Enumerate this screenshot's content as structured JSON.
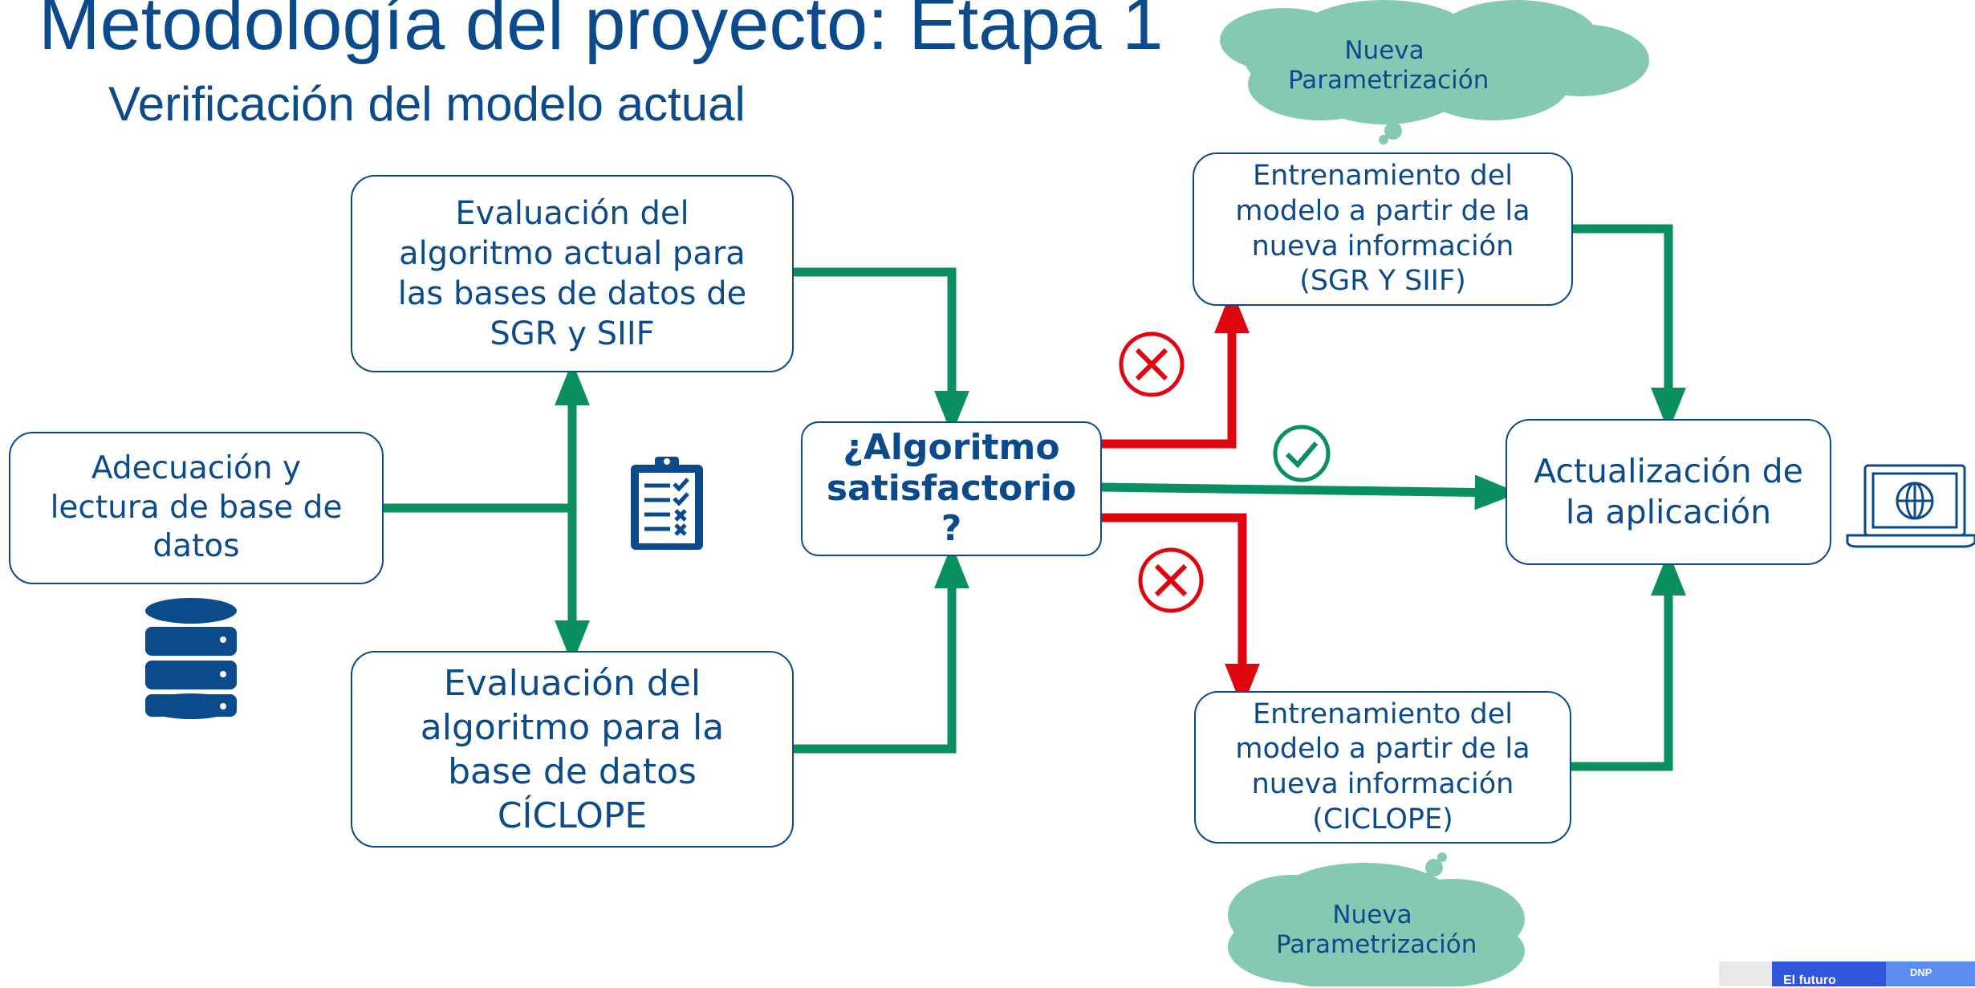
{
  "header": {
    "title": "Metodología del proyecto: Etapa 1",
    "subtitle": "Verificación del modelo actual"
  },
  "nodes": {
    "adecuacion": [
      "Adecuación y",
      "lectura de base de",
      "datos"
    ],
    "eval_sgr": [
      "Evaluación del",
      "algoritmo actual para",
      "las bases de datos de",
      "SGR y SIIF"
    ],
    "eval_ciclope": [
      "Evaluación del",
      "algoritmo para la",
      "base de datos",
      "CÍCLOPE"
    ],
    "decision": [
      "¿Algoritmo",
      "satisfactorio",
      "?"
    ],
    "entrenamiento_sgr": [
      "Entrenamiento del",
      "modelo a partir de la",
      "nueva información",
      "(SGR Y SIIF)"
    ],
    "entrenamiento_ciclope": [
      "Entrenamiento del",
      "modelo a partir de la",
      "nueva información",
      "(CICLOPE)"
    ],
    "actualizacion": [
      "Actualización de",
      "la aplicación"
    ]
  },
  "clouds": {
    "top": [
      "Nueva",
      "Parametrización"
    ],
    "bottom": [
      "Nueva",
      "Parametrización"
    ]
  },
  "icons": [
    "database-icon",
    "clipboard-checklist-icon",
    "reject-x-icon",
    "approve-check-icon",
    "laptop-globe-icon"
  ],
  "colors": {
    "primary": "#0b4a8b",
    "approve": "#0a8f5e",
    "reject": "#e0060f",
    "cloud": "#85c9b4"
  },
  "footer": {
    "logo_text_1": "El futuro",
    "logo_text_2": "DNP"
  }
}
